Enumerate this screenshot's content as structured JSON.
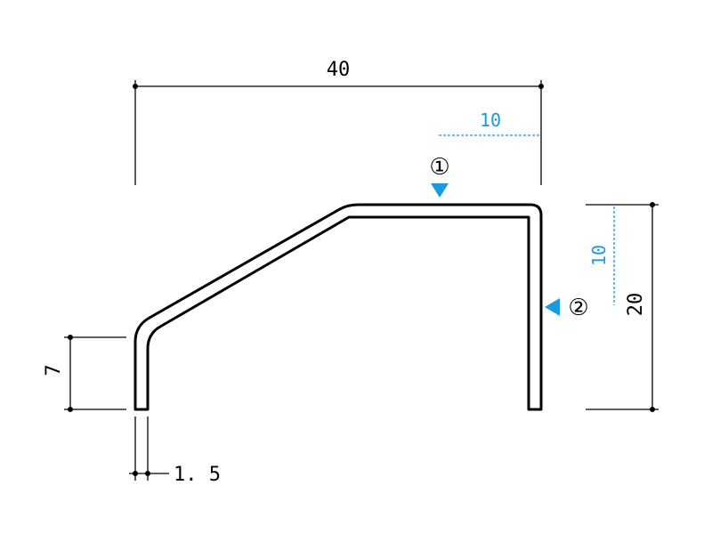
{
  "dimensions": {
    "width": "40",
    "height": "20",
    "left_leg": "7",
    "thickness": "1. 5",
    "blue_top_offset": "10",
    "blue_side_offset": "10"
  },
  "markers": {
    "marker1": "①",
    "marker2": "②"
  },
  "colors": {
    "line": "#000000",
    "accent": "#1a9be0"
  }
}
